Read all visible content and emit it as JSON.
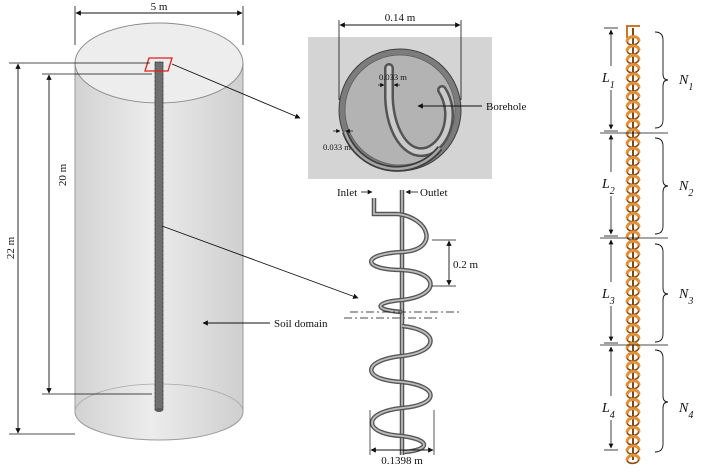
{
  "domain_figure": {
    "cylinder": {
      "diameter_label": "5 m",
      "height_label": "22 m",
      "pipe_length_label": "20 m",
      "soil_label": "Soil domain"
    },
    "cross_section": {
      "width_label": "0.14 m",
      "gap_inner_label": "0.033 m",
      "gap_outer_label": "0.033 m",
      "borehole_label": "Borehole"
    },
    "spiral": {
      "inlet_label": "Inlet",
      "outlet_label": "Outlet",
      "pitch_label": "0.2 m",
      "diameter_label": "0.1398 m"
    },
    "segments": [
      {
        "length": "L",
        "length_sub": "1",
        "turns": "N",
        "turns_sub": "1"
      },
      {
        "length": "L",
        "length_sub": "2",
        "turns": "N",
        "turns_sub": "2"
      },
      {
        "length": "L",
        "length_sub": "3",
        "turns": "N",
        "turns_sub": "3"
      },
      {
        "length": "L",
        "length_sub": "4",
        "turns": "N",
        "turns_sub": "4"
      }
    ],
    "colors": {
      "cylinder_fill": "#e3e3e3",
      "cylinder_top": "#ececec",
      "cross_section_bg": "#d4d4d4",
      "pipe": "#8a8a8a",
      "highlight": "#e0201c",
      "coil_orange": "#e0913a"
    }
  }
}
